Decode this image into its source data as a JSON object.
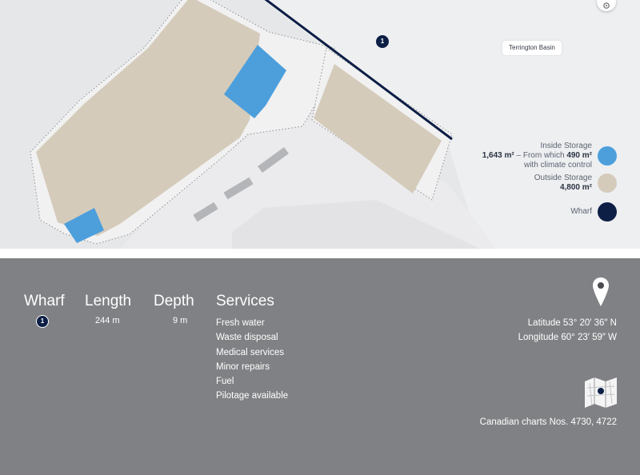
{
  "map": {
    "basin_label": "Terrington Basin",
    "wharf_marker": "1",
    "controls": {
      "compass_icon": "compass-icon"
    }
  },
  "legend": {
    "inside": {
      "title": "Inside Storage",
      "area": "1,643 m²",
      "connector": " – From which ",
      "climate_area": "490 m²",
      "climate_note": "with climate control",
      "color": "#4d9fdc"
    },
    "outside": {
      "title": "Outside Storage",
      "area": "4,800 m²",
      "color": "#d5cbba"
    },
    "wharf": {
      "title": "Wharf",
      "color": "#0d1f45"
    }
  },
  "info": {
    "headers": {
      "wharf": "Wharf",
      "length": "Length",
      "depth": "Depth",
      "services": "Services"
    },
    "wharf_number": "1",
    "length": "244 m",
    "depth": "9 m",
    "services": [
      "Fresh water",
      "Waste disposal",
      "Medical services",
      "Minor repairs",
      "Fuel",
      "Pilotage available"
    ],
    "latitude": "Latitude 53° 20′ 36″ N",
    "longitude": "Longitude 60° 23′ 59″ W",
    "charts": "Canadian charts Nos. 4730, 4722",
    "icons": {
      "location": "location-pin-icon",
      "chart": "nautical-chart-icon"
    }
  }
}
